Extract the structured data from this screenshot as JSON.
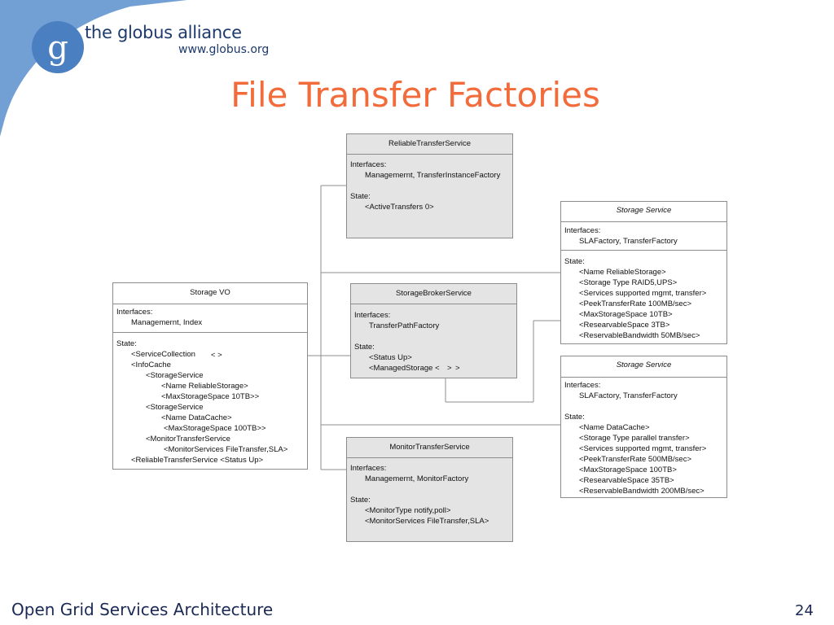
{
  "logo": {
    "org_name": "the globus alliance",
    "url": "www.globus.org",
    "letter": "g"
  },
  "slide": {
    "title": "File Transfer Factories",
    "footer_left": "Open Grid Services Architecture",
    "page_number": "24"
  },
  "colors": {
    "title": "#f26b3a",
    "logo_blue": "#1d3a6e",
    "logo_circle": "#4a7fc1",
    "box_fill": "#e4e4e4",
    "box_border": "#8c8c8c"
  },
  "boxes": {
    "reliable_transfer": {
      "header": "ReliableTransferService",
      "interfaces_label": "Interfaces:",
      "interfaces_value": "Managemernt, TransferInstanceFactory",
      "state_label": "State:",
      "state_lines": [
        "<ActiveTransfers 0>"
      ]
    },
    "storage_vo": {
      "header": "Storage VO",
      "interfaces_label": "Interfaces:",
      "interfaces_value": "Managemernt, Index",
      "state_label": "State:",
      "state_lines": [
        "<ServiceCollection",
        "< >",
        "<InfoCache",
        "<StorageService",
        "<Name ReliableStorage>",
        "<MaxStorageSpace 10TB>>",
        "<StorageService",
        "<Name DataCache>",
        "<MaxStorageSpace 100TB>>",
        "<MonitorTransferService",
        "<MonitorServices FileTransfer,SLA>",
        "<ReliableTransferService <Status Up>"
      ]
    },
    "storage_broker": {
      "header": "StorageBrokerService",
      "interfaces_label": "Interfaces:",
      "interfaces_value": "TransferPathFactory",
      "state_label": "State:",
      "state_lines": [
        "<Status Up>",
        "<ManagedStorage <",
        ">",
        ">"
      ]
    },
    "monitor_transfer": {
      "header": "MonitorTransferService",
      "interfaces_label": "Interfaces:",
      "interfaces_value": "Managemernt, MonitorFactory",
      "state_label": "State:",
      "state_lines": [
        "<MonitorType notify,poll>",
        "<MonitorServices FileTransfer,SLA>"
      ]
    },
    "storage_service_1": {
      "header": "Storage Service",
      "interfaces_label": "Interfaces:",
      "interfaces_value": "SLAFactory, TransferFactory",
      "state_label": "State:",
      "state_lines": [
        "<Name ReliableStorage>",
        "<Storage Type  RAID5,UPS>",
        "<Services supported mgmt, transfer>",
        "<PeekTransferRate 100MB/sec>",
        "<MaxStorageSpace 10TB>",
        "<ResearvableSpace 3TB>",
        "<ReservableBandwidth 50MB/sec>"
      ]
    },
    "storage_service_2": {
      "header": "Storage Service",
      "interfaces_label": "Interfaces:",
      "interfaces_value": "SLAFactory, TransferFactory",
      "state_label": "State:",
      "state_lines": [
        "<Name DataCache>",
        "<Storage Type  parallel transfer>",
        "<Services supported mgmt, transfer>",
        "<PeekTransferRate 500MB/sec>",
        "<MaxStorageSpace 100TB>",
        "<ResearvableSpace 35TB>",
        "<ReservableBandwidth 200MB/sec>"
      ]
    }
  }
}
